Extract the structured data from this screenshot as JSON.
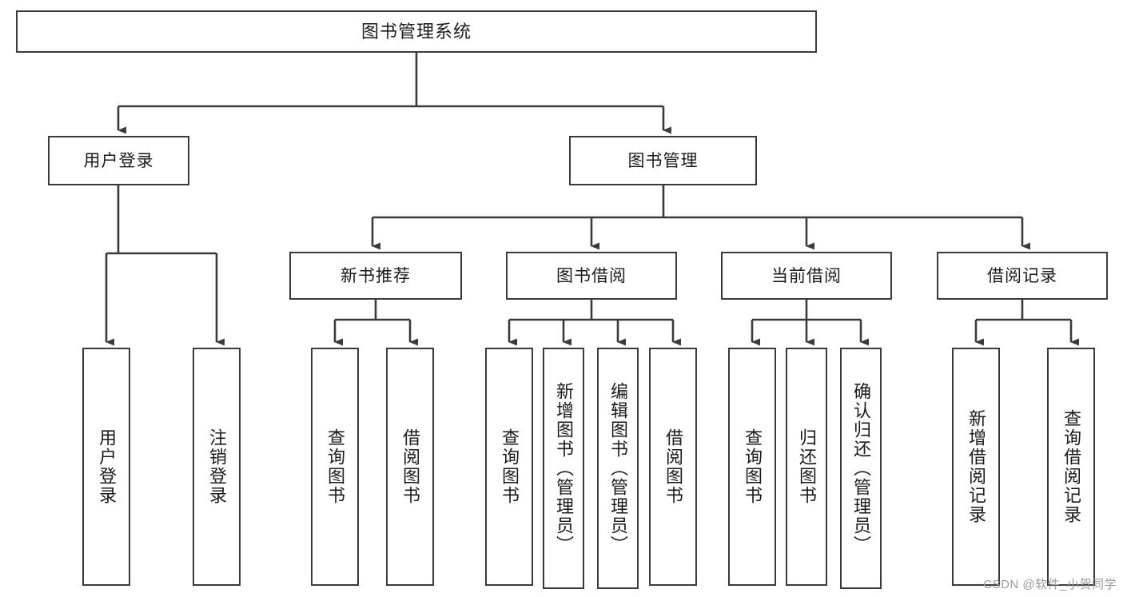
{
  "diagram": {
    "title": "图书管理系统",
    "type": "tree",
    "orientation": "top-down",
    "colors": {
      "box_border": "#3a3a3a",
      "box_fill": "#ffffff",
      "connector": "#3a3a3a",
      "text": "#1a1a1a",
      "watermark": "#9a9a9a"
    },
    "root": {
      "label": "图书管理系统"
    },
    "level2": [
      {
        "label": "用户登录"
      },
      {
        "label": "图书管理"
      }
    ],
    "level3": [
      {
        "label": "新书推荐"
      },
      {
        "label": "图书借阅"
      },
      {
        "label": "当前借阅"
      },
      {
        "label": "借阅记录"
      }
    ],
    "leaves": {
      "user_login": [
        {
          "label": "用户登录"
        },
        {
          "label": "注销登录"
        }
      ],
      "new_book_recommend": [
        {
          "label": "查询图书"
        },
        {
          "label": "借阅图书"
        }
      ],
      "book_borrow": [
        {
          "label": "查询图书"
        },
        {
          "label": "新增图书（管理员）"
        },
        {
          "label": "编辑图书（管理员）"
        },
        {
          "label": "借阅图书"
        }
      ],
      "current_borrow": [
        {
          "label": "查询图书"
        },
        {
          "label": "归还图书"
        },
        {
          "label": "确认归还（管理员）"
        }
      ],
      "borrow_record": [
        {
          "label": "新增借阅记录"
        },
        {
          "label": "查询借阅记录"
        }
      ]
    }
  },
  "watermark": {
    "text": "CSDN @软件_小贺同学"
  }
}
